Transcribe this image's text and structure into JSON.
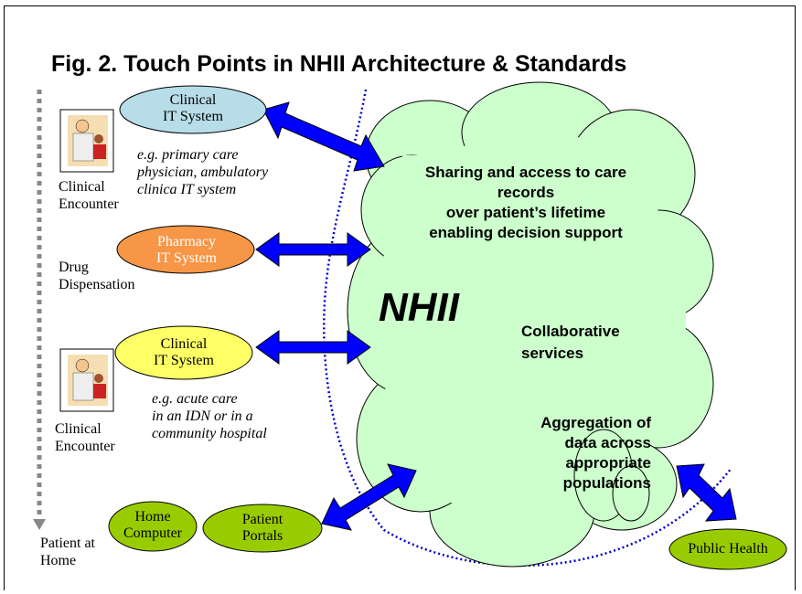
{
  "title": "Fig. 2. Touch Points in NHII Architecture & Standards",
  "cloud": {
    "label": "NHII",
    "sharing": [
      "Sharing and access to care",
      "records",
      "over patient’s lifetime",
      "enabling decision support"
    ],
    "collaborative": [
      "Collaborative",
      "services"
    ],
    "aggregation": [
      "Aggregation of",
      "data across",
      "appropriate",
      "populations"
    ]
  },
  "systems": {
    "clinical1": [
      "Clinical",
      "IT System"
    ],
    "pharmacy": [
      "Pharmacy",
      "IT System"
    ],
    "clinical2": [
      "Clinical",
      "IT System"
    ],
    "home_computer": [
      "Home",
      "Computer"
    ],
    "patient_portals": [
      "Patient",
      "Portals"
    ],
    "public_health": "Public Health"
  },
  "notes": {
    "note1": [
      "e.g. primary care",
      "physician, ambulatory",
      "clinica IT system"
    ],
    "note2": [
      "e.g. acute care",
      "in an IDN or in a",
      "community hospital"
    ]
  },
  "labels": {
    "clinical_encounter_1": [
      "Clinical",
      "Encounter"
    ],
    "drug_dispensation": [
      "Drug",
      "Dispensation"
    ],
    "clinical_encounter_2": [
      "Clinical",
      "Encounter"
    ],
    "patient_at_home": [
      "Patient at",
      "Home"
    ]
  },
  "colors": {
    "cloud": "#ccffcc",
    "clinical1": "#b7dde8",
    "pharmacy": "#f79646",
    "clinical2": "#ffff66",
    "home": "#99cc00",
    "arrow": "#0000ff"
  }
}
